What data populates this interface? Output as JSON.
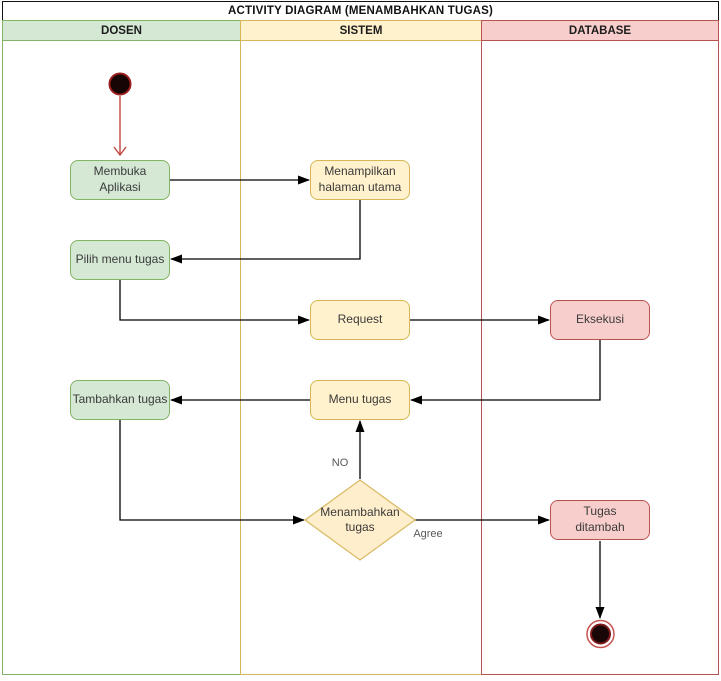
{
  "title": "ACTIVITY DIAGRAM (MENAMBAHKAN TUGAS)",
  "lanes": {
    "dosen": {
      "label": "DOSEN"
    },
    "sistem": {
      "label": "SISTEM"
    },
    "database": {
      "label": "DATABASE"
    }
  },
  "nodes": {
    "start": {
      "type": "initial-node"
    },
    "membuka_aplikasi": {
      "label": "Membuka\nAplikasi",
      "lane": "DOSEN"
    },
    "menampilkan_halaman_utama": {
      "label": "Menampilkan\nhalaman utama",
      "lane": "SISTEM"
    },
    "pilih_menu_tugas": {
      "label": "Pilih menu tugas",
      "lane": "DOSEN"
    },
    "request": {
      "label": "Request",
      "lane": "SISTEM"
    },
    "eksekusi": {
      "label": "Eksekusi",
      "lane": "DATABASE"
    },
    "tambahkan_tugas": {
      "label": "Tambahkan tugas",
      "lane": "DOSEN"
    },
    "menu_tugas": {
      "label": "Menu tugas",
      "lane": "SISTEM"
    },
    "menambahkan_tugas_decision": {
      "label": "Menambahkan\ntugas",
      "lane": "SISTEM"
    },
    "tugas_ditambah": {
      "label": "Tugas\nditambah",
      "lane": "DATABASE"
    },
    "end": {
      "type": "final-node"
    }
  },
  "edge_labels": {
    "no": "NO",
    "agree": "Agree"
  },
  "colors": {
    "dosen_fill": "#d5e8d4",
    "dosen_stroke": "#82b366",
    "sistem_fill": "#fff2cc",
    "sistem_stroke": "#d6b656",
    "database_fill": "#f8cecc",
    "database_stroke": "#b85450",
    "decision_fill": "#ffeecb",
    "decision_stroke": "#d9bb67",
    "edge_stroke": "#000000",
    "start_edge_stroke": "#c0453d",
    "title_border": "#111111"
  }
}
